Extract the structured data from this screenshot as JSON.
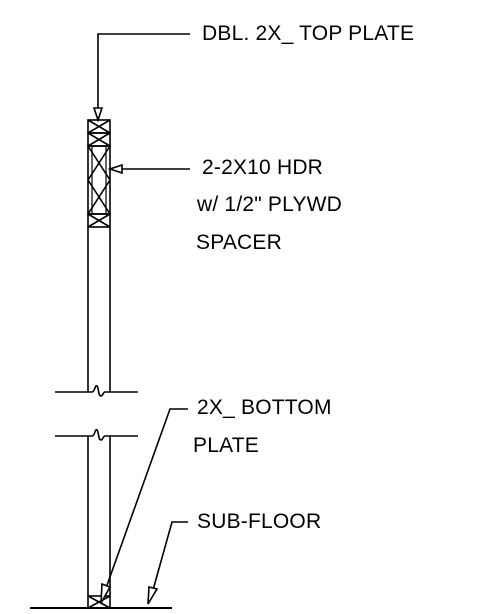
{
  "labels": {
    "top_plate": "DBL. 2X_ TOP PLATE",
    "header_line1": "2-2X10 HDR",
    "header_line2": "w/ 1/2\" PLYWD",
    "header_line3": "SPACER",
    "bottom_plate_line1": "2X_ BOTTOM",
    "bottom_plate_line2": "PLATE",
    "subfloor": "SUB-FLOOR"
  },
  "colors": {
    "line": "#000000",
    "background": "#ffffff"
  }
}
